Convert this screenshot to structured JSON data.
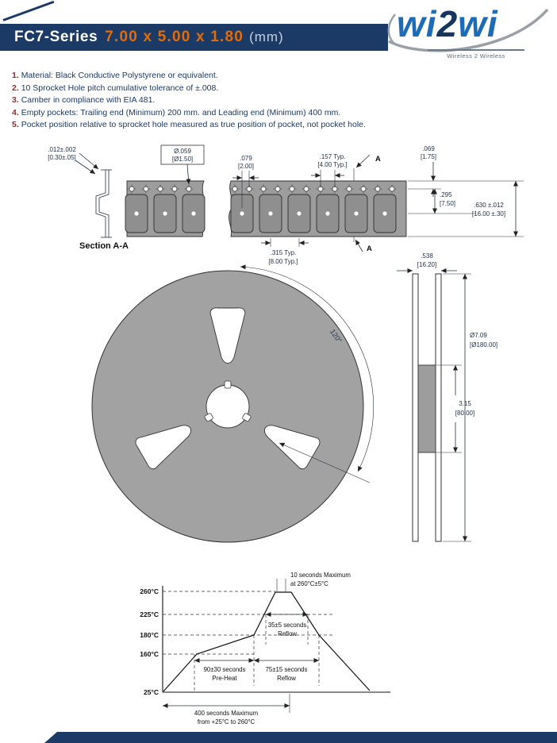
{
  "colors": {
    "navy": "#1b3a66",
    "orange": "#e36c0a",
    "tape_gray": "#9d9d9d",
    "logo_blue": "#1e6cb5"
  },
  "header": {
    "series": "FC7-Series",
    "dimensions": "7.00 x 5.00 x 1.80",
    "units": "(mm)",
    "logo_wi1": "wi",
    "logo_2": "2",
    "logo_wi2": "wi",
    "logo_tagline": "Wireless 2 Wireless"
  },
  "notes": [
    {
      "num": "1.",
      "text": "Material: Black Conductive Polystyrene or equivalent."
    },
    {
      "num": "2.",
      "text": "10 Sprocket Hole pitch cumulative tolerance of ±.008."
    },
    {
      "num": "3.",
      "text": "Camber in compliance with EIA 481."
    },
    {
      "num": "4.",
      "text": "Empty pockets: Trailing end (Minimum) 200 mm. and Leading end (Minimum) 400 mm."
    },
    {
      "num": "5.",
      "text": "Pocket position relative to sprocket hole measured as true position of pocket, not pocket hole."
    }
  ],
  "tape_drawing": {
    "section_label": "Section A-A",
    "section_arrow_label": "A",
    "thickness_in": ".012±.002",
    "thickness_mm": "[0.30±.05]",
    "hole_dia_in": "Ø.059",
    "hole_dia_mm": "[Ø1.50]",
    "hole_offset_in": ".079",
    "hole_offset_mm": "[2.00]",
    "hole_pitch_in": ".157 Typ.",
    "hole_pitch_mm": "[4.00 Typ.]",
    "edge_margin_in": ".069",
    "edge_margin_mm": "[1.75]",
    "pocket_center_in": ".295",
    "pocket_center_mm": "[7.50]",
    "tape_width_in": ".630 ±.012",
    "tape_width_mm": "[16.00 ±.30]",
    "pocket_pitch_in": ".315 Typ.",
    "pocket_pitch_mm": "[8.00 Typ.]"
  },
  "reel_drawing": {
    "slot_angle": "120°",
    "flange_width_in": ".538",
    "flange_width_mm": "[16.20]",
    "reel_dia_in": "Ø7.09",
    "reel_dia_mm": "[Ø180.00]",
    "hub_dia_in": "3.15",
    "hub_dia_mm": "[80.00]"
  },
  "reflow_chart": {
    "type": "line",
    "y_axis_labels": [
      "260°C",
      "225°C",
      "180°C",
      "160°C",
      "25°C"
    ],
    "peak_note_line1": "10 seconds Maximum",
    "peak_note_line2": "at 260°C±5°C",
    "reflow_top_line1": "35±5 seconds",
    "reflow_top_line2": "Reflow",
    "preheat_line1": "90±30 seconds",
    "preheat_line2": "Pre-Heat",
    "reflow_mid_line1": "75±15 seconds",
    "reflow_mid_line2": "Reflow",
    "total_line1": "400 seconds Maximum",
    "total_line2": "from +25°C to 260°C"
  }
}
